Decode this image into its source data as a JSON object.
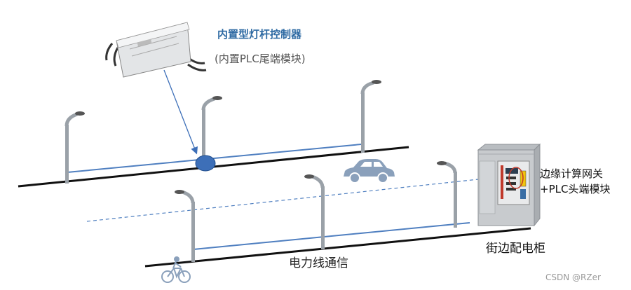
{
  "controller": {
    "title": "内置型灯杆控制器",
    "subtitle": "(内置PLC尾端模块)"
  },
  "gateway": {
    "line1": "边缘计算网关",
    "line2": "+PLC头端模块"
  },
  "cabinet_label": "街边配电柜",
  "plc_label": "电力线通信",
  "watermark": "CSDN @RZer",
  "colors": {
    "road": "#111111",
    "cable": "#4f7fc0",
    "node": "#3d6fb8",
    "pole": "#9aa1a8",
    "car": "#8aa0bb"
  }
}
